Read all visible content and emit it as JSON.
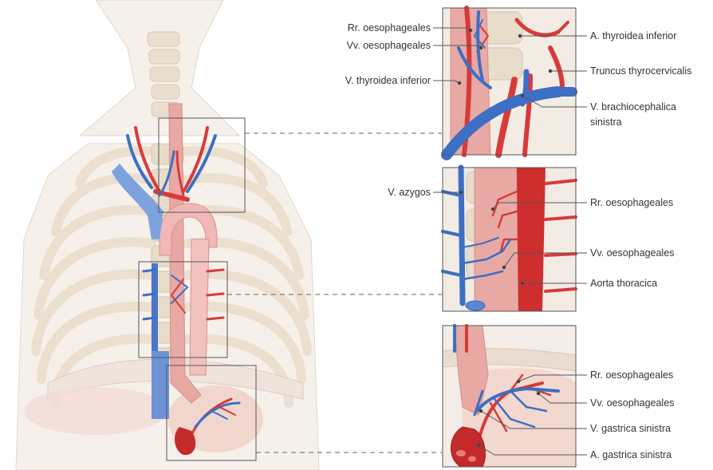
{
  "colors": {
    "artery": "#d83a3a",
    "vein": "#3d6fc4",
    "esophagus": "#e8a9a4",
    "bone": "#ece4d8",
    "skin": "#f2ebe4",
    "leader": "#555555",
    "frame": "#555555"
  },
  "panels": {
    "top": {
      "labels_left": [
        "Rr. oesophageales",
        "Vv. oesophageales",
        "V. thyroidea inferior"
      ],
      "labels_right": [
        "A. thyroidea inferior",
        "Truncus thyrocervicalis",
        "V. brachiocephalica",
        "sinistra"
      ]
    },
    "middle": {
      "labels_left": [
        "V. azygos"
      ],
      "labels_right": [
        "Rr. oesophageales",
        "Vv. oesophageales",
        "Aorta thoracica"
      ]
    },
    "bottom": {
      "labels_right": [
        "Rr. oesophageales",
        "Vv. oesophageales",
        "V. gastrica sinistra",
        "A. gastrica sinistra"
      ]
    }
  }
}
